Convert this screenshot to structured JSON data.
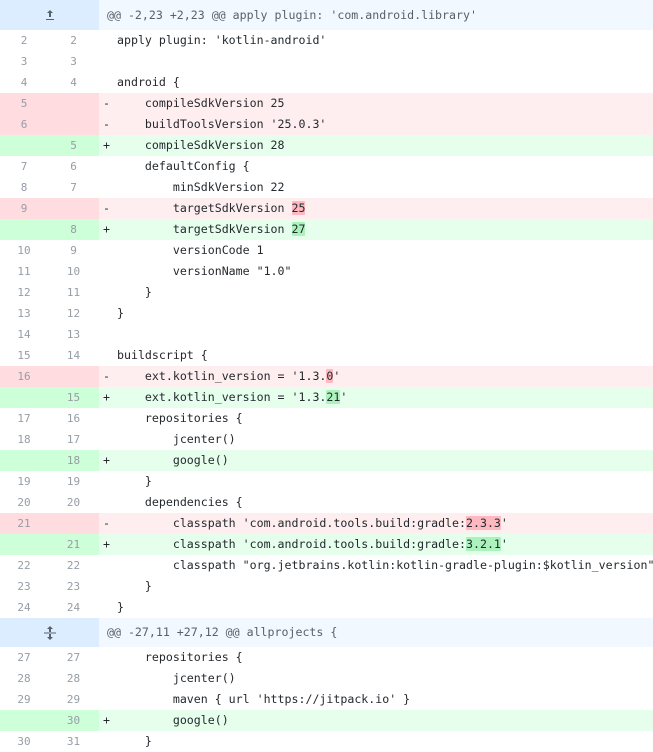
{
  "hunks": [
    {
      "header": "@@ -2,23 +2,23 @@ apply plugin: 'com.android.library'",
      "expander_icon": "expand-up-icon",
      "lines": [
        {
          "type": "ctx",
          "old": "2",
          "new": "2",
          "text": "apply plugin: 'kotlin-android'"
        },
        {
          "type": "ctx",
          "old": "3",
          "new": "3",
          "text": ""
        },
        {
          "type": "ctx",
          "old": "4",
          "new": "4",
          "text": "android {"
        },
        {
          "type": "del",
          "old": "5",
          "new": "",
          "text": "    compileSdkVersion 25"
        },
        {
          "type": "del",
          "old": "6",
          "new": "",
          "text": "    buildToolsVersion '25.0.3'"
        },
        {
          "type": "add",
          "old": "",
          "new": "5",
          "text": "    compileSdkVersion 28"
        },
        {
          "type": "ctx",
          "old": "7",
          "new": "6",
          "text": "    defaultConfig {"
        },
        {
          "type": "ctx",
          "old": "8",
          "new": "7",
          "text": "        minSdkVersion 22"
        },
        {
          "type": "del",
          "old": "9",
          "new": "",
          "text": "        targetSdkVersion ",
          "hl": "25"
        },
        {
          "type": "add",
          "old": "",
          "new": "8",
          "text": "        targetSdkVersion ",
          "hl": "27"
        },
        {
          "type": "ctx",
          "old": "10",
          "new": "9",
          "text": "        versionCode 1"
        },
        {
          "type": "ctx",
          "old": "11",
          "new": "10",
          "text": "        versionName \"1.0\""
        },
        {
          "type": "ctx",
          "old": "12",
          "new": "11",
          "text": "    }"
        },
        {
          "type": "ctx",
          "old": "13",
          "new": "12",
          "text": "}"
        },
        {
          "type": "ctx",
          "old": "14",
          "new": "13",
          "text": ""
        },
        {
          "type": "ctx",
          "old": "15",
          "new": "14",
          "text": "buildscript {"
        },
        {
          "type": "del",
          "old": "16",
          "new": "",
          "text": "    ext.kotlin_version = '1.3.",
          "hl": "0",
          "tail": "'"
        },
        {
          "type": "add",
          "old": "",
          "new": "15",
          "text": "    ext.kotlin_version = '1.3.",
          "hl": "21",
          "tail": "'"
        },
        {
          "type": "ctx",
          "old": "17",
          "new": "16",
          "text": "    repositories {"
        },
        {
          "type": "ctx",
          "old": "18",
          "new": "17",
          "text": "        jcenter()"
        },
        {
          "type": "add",
          "old": "",
          "new": "18",
          "text": "        google()"
        },
        {
          "type": "ctx",
          "old": "19",
          "new": "19",
          "text": "    }"
        },
        {
          "type": "ctx",
          "old": "20",
          "new": "20",
          "text": "    dependencies {"
        },
        {
          "type": "del",
          "old": "21",
          "new": "",
          "text": "        classpath 'com.android.tools.build:gradle:",
          "hl": "2.3.3",
          "tail": "'"
        },
        {
          "type": "add",
          "old": "",
          "new": "21",
          "text": "        classpath 'com.android.tools.build:gradle:",
          "hl": "3.2.1",
          "tail": "'"
        },
        {
          "type": "ctx",
          "old": "22",
          "new": "22",
          "text": "        classpath \"org.jetbrains.kotlin:kotlin-gradle-plugin:$kotlin_version\""
        },
        {
          "type": "ctx",
          "old": "23",
          "new": "23",
          "text": "    }"
        },
        {
          "type": "ctx",
          "old": "24",
          "new": "24",
          "text": "}"
        }
      ]
    },
    {
      "header": "@@ -27,11 +27,12 @@ allprojects {",
      "expander_icon": "expand-both-icon",
      "lines": [
        {
          "type": "ctx",
          "old": "27",
          "new": "27",
          "text": "    repositories {"
        },
        {
          "type": "ctx",
          "old": "28",
          "new": "28",
          "text": "        jcenter()"
        },
        {
          "type": "ctx",
          "old": "29",
          "new": "29",
          "text": "        maven { url 'https://jitpack.io' }"
        },
        {
          "type": "add",
          "old": "",
          "new": "30",
          "text": "        google()"
        },
        {
          "type": "ctx",
          "old": "30",
          "new": "31",
          "text": "    }"
        }
      ]
    }
  ],
  "markers": {
    "del": "-",
    "add": "+",
    "ctx": ""
  },
  "colors": {
    "del_bg": "#ffeef0",
    "add_bg": "#e6ffed",
    "hunk_bg": "#f1f8ff"
  }
}
